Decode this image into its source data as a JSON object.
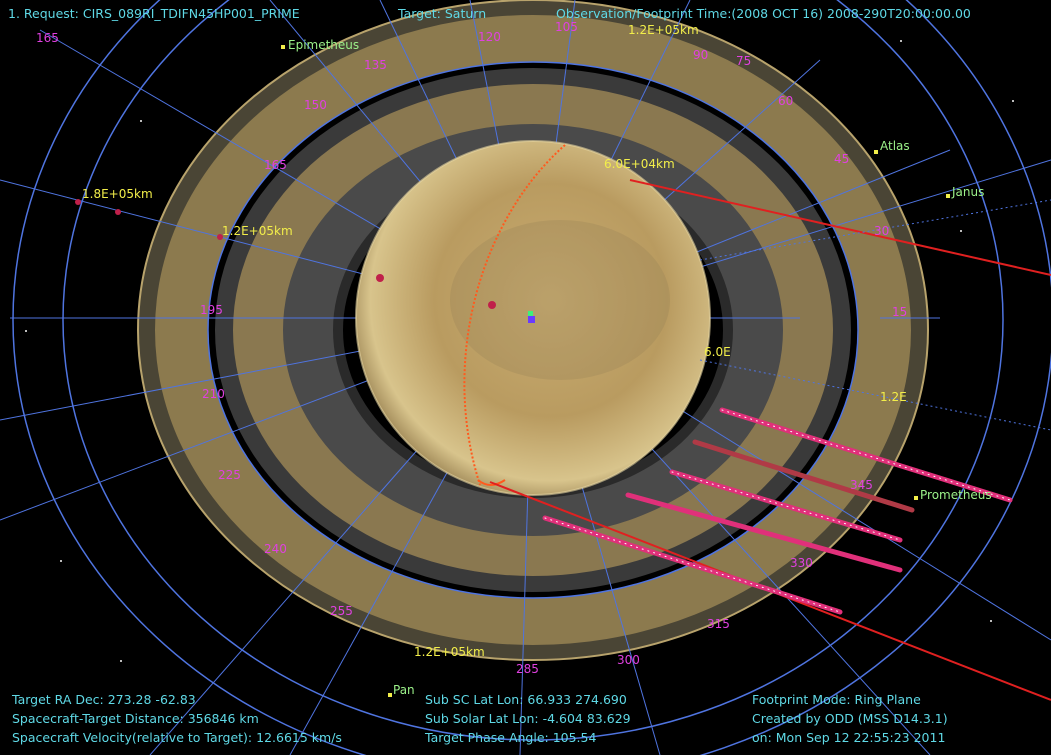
{
  "header": {
    "request": "1. Request: CIRS_089RI_TDIFN45HP001_PRIME",
    "target": "Target: Saturn",
    "time": "Observation/Footprint Time:(2008 OCT 16) 2008-290T20:00:00.00"
  },
  "footer": {
    "left": [
      "Target RA Dec: 273.28  -62.83",
      "Spacecraft-Target Distance:  356846 km",
      "Spacecraft Velocity(relative to Target): 12.6615 km/s"
    ],
    "middle": [
      "Sub SC Lat Lon: 66.933  274.690",
      "Sub Solar Lat Lon: -4.604  83.629",
      "Target Phase Angle: 105.54"
    ],
    "right": [
      "Footprint Mode: Ring Plane",
      "Created by ODD (MSS D14.3.1)",
      "on: Mon Sep 12 22:55:23 2011"
    ]
  },
  "moons": {
    "epimetheus": "Epimetheus",
    "atlas": "Atlas",
    "janus": "Janus",
    "prometheus": "Prometheus",
    "pan": "Pan"
  },
  "distance_labels": {
    "d1": "1.8E+05km",
    "d2": "1.2E+05km",
    "d3": "1.2E+05km",
    "d4": "6.0E+04km",
    "d5": "1.2E+05km",
    "d6": "6.0E",
    "d7": "1.2E"
  },
  "longitude_labels": {
    "l165a": "165",
    "l120": "120",
    "l105": "105",
    "l135": "135",
    "l150": "150",
    "l165b": "165",
    "l90": "90",
    "l75": "75",
    "l60": "60",
    "l45": "45",
    "l30": "30",
    "l15": "15",
    "l195": "195",
    "l210": "210",
    "l225": "225",
    "l240": "240",
    "l255": "255",
    "l285": "285",
    "l300": "300",
    "l315": "315",
    "l330": "330",
    "l345": "345"
  },
  "colors": {
    "background": "#000000",
    "grid": "#4f74e0",
    "ring_gold": "#8c7a4e",
    "ring_dark": "#4a4a4a",
    "planet": "#c9ad72",
    "footprint_red": "#e02020",
    "footprint_pink": "#e0307a",
    "hud_text": "#5fd9e6",
    "label_yellow": "#f2ee4a",
    "label_green": "#9cf28a",
    "lon_magenta": "#e040e0"
  }
}
